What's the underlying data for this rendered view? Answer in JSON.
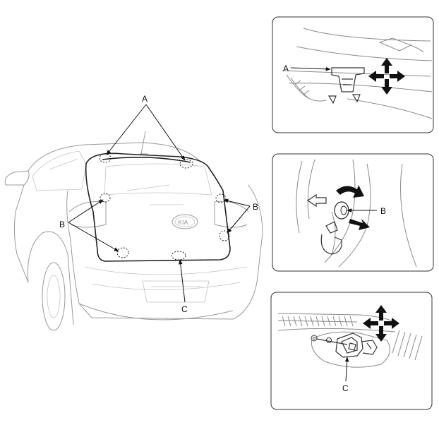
{
  "labels": {
    "main_a": "A",
    "main_b_left": "B",
    "main_b_right": "B",
    "main_c": "C",
    "panel1_a": "A",
    "panel2_b": "B",
    "panel3_c": "C"
  },
  "colors": {
    "outline": "#9a9a9a",
    "hatch": "#222222",
    "arrow": "#111111",
    "panel_border": "#333333"
  }
}
